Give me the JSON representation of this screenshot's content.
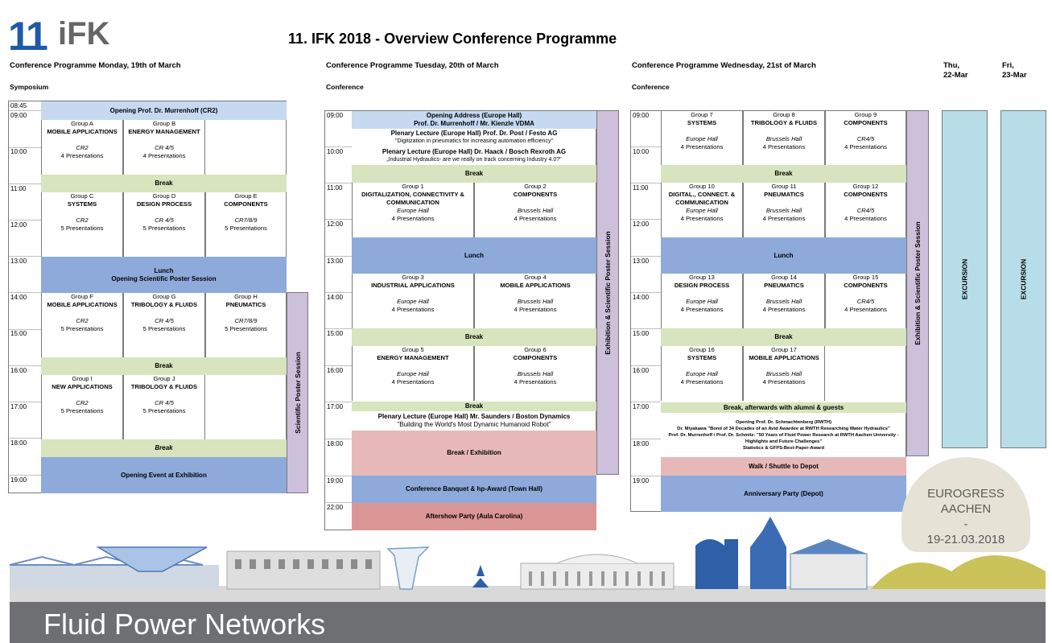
{
  "header": {
    "logo_number": "11",
    "logo_text": "iFK",
    "title": "11. IFK 2018 - Overview Conference Programme"
  },
  "days": {
    "mon": {
      "title": "Conference Programme Monday, 19th of March",
      "sub": "Symposium"
    },
    "tue": {
      "title": "Conference Programme Tuesday, 20th of March",
      "sub": "Conference"
    },
    "wed": {
      "title": "Conference Programme Wednesday, 21st of March",
      "sub": "Conference"
    },
    "thu": {
      "title": "Thu,",
      "date": "22-Mar"
    },
    "fri": {
      "title": "Fri,",
      "date": "23-Mar"
    }
  },
  "monday": {
    "times": [
      "08:45",
      "09:00",
      "10:00",
      "11:00",
      "12:00",
      "13:00",
      "14:00",
      "15:00",
      "16:00",
      "17:00",
      "18:00",
      "19:00"
    ],
    "opening": "Opening Prof. Dr. Murrenhoff (CR2)",
    "groups": {
      "a": {
        "g": "Group A",
        "t": "MOBILE APPLICATIONS",
        "r": "CR2",
        "p": "4 Presentations"
      },
      "b": {
        "g": "Group B",
        "t": "ENERGY MANAGEMENT",
        "r": "CR 4/5",
        "p": "4 Presentations"
      },
      "c": {
        "g": "Group C",
        "t": "SYSTEMS",
        "r": "CR2",
        "p": "5 Presentations"
      },
      "d": {
        "g": "Group D",
        "t": "DESIGN PROCESS",
        "r": "CR 4/5",
        "p": "5 Presentations"
      },
      "e": {
        "g": "Group E",
        "t": "COMPONENTS",
        "r": "CR7/8/9",
        "p": "5 Presentations"
      },
      "f": {
        "g": "Group F",
        "t": "MOBILE APPLICATIONS",
        "r": "CR2",
        "p": "5 Presentations"
      },
      "gg": {
        "g": "Group G",
        "t": "TRIBOLOGY & FLUIDS",
        "r": "CR 4/5",
        "p": "5 Presentations"
      },
      "h": {
        "g": "Group H",
        "t": "PNEUMATICS",
        "r": "CR7/8/9",
        "p": "5 Presentations"
      },
      "i": {
        "g": "Group I",
        "t": "NEW APPLICATIONS",
        "r": "CR2",
        "p": "5 Presentations"
      },
      "j": {
        "g": "Group J",
        "t": "TRIBOLOGY & FLUIDS",
        "r": "CR 4/5",
        "p": "5 Presentations"
      }
    },
    "break": "Break",
    "lunch1": "Lunch",
    "lunch2": "Opening Scientific Poster Session",
    "opening_event": "Opening Event at Exhibition",
    "poster": "Scientific Poster Session"
  },
  "tuesday": {
    "times": [
      "09:00",
      "10:00",
      "11:00",
      "12:00",
      "13:00",
      "14:00",
      "15:00",
      "16:00",
      "17:00",
      "18:00",
      "19:00",
      "22:00"
    ],
    "open1": "Opening Address  (Europe Hall)",
    "open2": "Prof. Dr. Murrenhoff / Mr. Kienzle VDMA",
    "plen1a": "Plenary Lecture (Europe Hall) Prof. Dr. Post / Festo AG",
    "plen1b": "\"Digitization in pneumatics for increasing automation efficiency\"",
    "plen2a": "Plenary Lecture (Europe Hall) Dr. Haack / Bosch Rexroth AG",
    "plen2b": "„Industrial Hydraulics- are we really on track concerning Industry 4.0?\"",
    "break": "Break",
    "lunch": "Lunch",
    "groups": {
      "g1": {
        "g": "Group 1",
        "t": "DIGITALIZATION, CONNECTIVITY & COMMUNICATION",
        "r": "Europe Hall",
        "p": "4 Presentations"
      },
      "g2": {
        "g": "Group 2",
        "t": "COMPONENTS",
        "r": "Brussels Hall",
        "p": "4 Presentations"
      },
      "g3": {
        "g": "Group 3",
        "t": "INDUSTRIAL APPLICATIONS",
        "r": "Europe Hall",
        "p": "4 Presentations"
      },
      "g4": {
        "g": "Group 4",
        "t": "MOBILE APPLICATIONS",
        "r": "Brussels Hall",
        "p": "4 Presentations"
      },
      "g5": {
        "g": "Group 5",
        "t": "ENERGY MANAGEMENT",
        "r": "Europe Hall",
        "p": "4 Presentations"
      },
      "g6": {
        "g": "Group 6",
        "t": "COMPONENTS",
        "r": "Brussels Hall",
        "p": "4 Presentations"
      }
    },
    "plen3a": "Plenary Lecture (Europe Hall) Mr. Saunders / Boston Dynamics",
    "plen3b": "\"Building the World's Most Dynamic Humanoid Robot\"",
    "break_exh": "Break / Exhibition",
    "banquet": "Conference Banquet & hp-Award (Town Hall)",
    "aftershow": "Aftershow Party (Aula Carolina)",
    "exhibition": "Exhibition & Scientific Poster Session"
  },
  "wednesday": {
    "times": [
      "09:00",
      "10:00",
      "11:00",
      "12:00",
      "13:00",
      "14:00",
      "15:00",
      "16:00",
      "17:00",
      "18:00",
      "19:00"
    ],
    "groups": {
      "g7": {
        "g": "Group 7",
        "t": "SYSTEMS",
        "r": "Europe Hall",
        "p": "4 Presentations"
      },
      "g8": {
        "g": "Group 8",
        "t": "TRIBOLOGY & FLUIDS",
        "r": "Brussels Hall",
        "p": "4 Presentations"
      },
      "g9": {
        "g": "Group 9",
        "t": "COMPONENTS",
        "r": "CR4/5",
        "p": "4 Presentations"
      },
      "g10": {
        "g": "Group 10",
        "t": "DIGITAL., CONNECT. & COMMUNICATION",
        "r": "Europe Hall",
        "p": "4 Presentations"
      },
      "g11": {
        "g": "Group 11",
        "t": "PNEUMATICS",
        "r": "Brussels Hall",
        "p": "4 Presentations"
      },
      "g12": {
        "g": "Group 12",
        "t": "COMPONENTS",
        "r": "CR4/5",
        "p": "4 Presentations"
      },
      "g13": {
        "g": "Group 13",
        "t": "DESIGN PROCESS",
        "r": "Europe Hall",
        "p": "4 Presentations"
      },
      "g14": {
        "g": "Group 14",
        "t": "PNEUMATICS",
        "r": "Brussels Hall",
        "p": "4 Presentations"
      },
      "g15": {
        "g": "Group 15",
        "t": "COMPONENTS",
        "r": "CR4/5",
        "p": "4 Presentations"
      },
      "g16": {
        "g": "Group 16",
        "t": "SYSTEMS",
        "r": "Europe Hall",
        "p": "4 Presentations"
      },
      "g17": {
        "g": "Group 17",
        "t": "MOBILE APPLICATIONS",
        "r": "Brussels Hall",
        "p": "4 Presentations"
      }
    },
    "break": "Break",
    "lunch": "Lunch",
    "break_alumni": "Break, afterwards with alumni & guests",
    "close1": "Opening Prof. Dr. Schmachtenberg (RWTH)",
    "close2": "Dr. Miyakawa \"Bond of 34 Decades of an Avid Awardee at RWTH Researching Water Hydraulics\"",
    "close3": "Prof. Dr. Murrenhoff / Prof. Dr. Schmitz: \"50 Years of Fluid Power Research at RWTH Aachen University - Highlights and Future Challenges\"",
    "close4": "Statistics & GFPS-Best-Paper-Award",
    "walk": "Walk / Shuttle to Depot",
    "party": "Anniversary Party (Depot)",
    "exhibition": "Exhibition & Scientific Poster Session"
  },
  "excursion": "EXCURSION",
  "eurogress": {
    "l1": "EUROGRESS",
    "l2": "AACHEN",
    "l3": "-",
    "l4": "19-21.03.2018"
  },
  "footer": "Fluid Power Networks",
  "colors": {
    "lunch": "#8eaadb",
    "break": "#d7e4bd",
    "poster": "#ccc0da",
    "excursion": "#b7dee8",
    "evening": "#e6b9b8"
  }
}
